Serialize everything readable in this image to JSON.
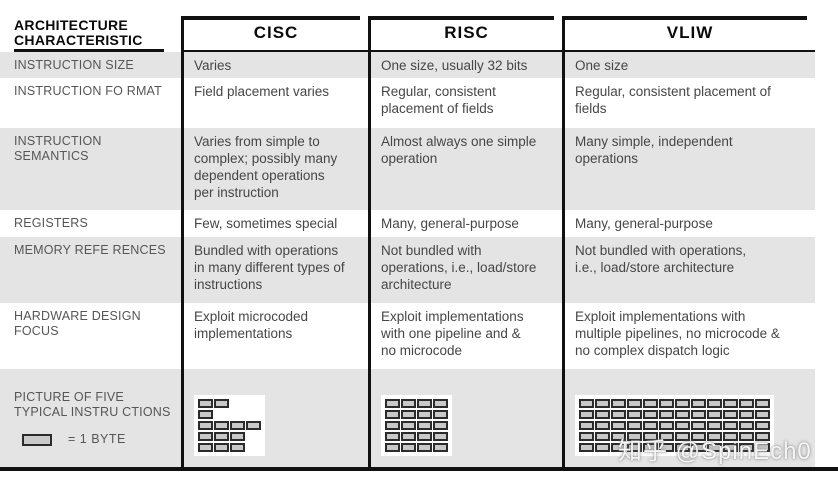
{
  "header": {
    "corner": "ARCHITECTURE\nCHARACTERISTIC",
    "columns": [
      "CISC",
      "RISC",
      "VLIW"
    ]
  },
  "rows": [
    {
      "label": "INSTRUCTION SIZE",
      "cisc": "Varies",
      "risc": "One size, usually 32 bits",
      "vliw": "One size"
    },
    {
      "label": "INSTRUCTION FO RMAT",
      "cisc": "Field placement varies",
      "risc": "Regular, consistent\nplacement of fields",
      "vliw": "Regular, consistent placement of\nfields"
    },
    {
      "label": "INSTRUCTION\nSEMANTICS",
      "cisc": "Varies from simple to\ncomplex; possibly many\ndependent operations\nper instruction",
      "risc": "Almost always one simple\noperation",
      "vliw": "Many simple, independent\noperations"
    },
    {
      "label": "REGISTERS",
      "cisc": "Few, sometimes special",
      "risc": "Many, general-purpose",
      "vliw": "Many, general-purpose"
    },
    {
      "label": "MEMORY REFE RENCES",
      "cisc": "Bundled with operations\nin many different types of\ninstructions",
      "risc": "Not bundled with\noperations, i.e., load/store\narchitecture",
      "vliw": "Not bundled with operations,\ni.e., load/store architecture"
    },
    {
      "label": "HARDWARE DESIGN\nFOCUS",
      "cisc": "Exploit microcoded\nimplementations",
      "risc": "Exploit implementations\nwith one pipeline and &\nno microcode",
      "vliw": "Exploit implementations with\nmultiple pipelines, no microcode &\nno complex dispatch logic"
    }
  ],
  "picture_row": {
    "label": "PICTURE OF FIVE\nTYPICAL INSTRU CTIONS",
    "legend": "= 1 BYTE",
    "grids": {
      "cisc": [
        2,
        1,
        4,
        3,
        3
      ],
      "risc": [
        4,
        4,
        4,
        4,
        4
      ],
      "vliw": [
        12,
        12,
        12,
        12,
        12
      ]
    }
  },
  "watermark": "知乎 @SpinEch0",
  "colors": {
    "row_shade": "#e4e4e4",
    "rule": "#111111",
    "box_fill": "#c9c9c9",
    "box_border": "#2b2b2b"
  }
}
